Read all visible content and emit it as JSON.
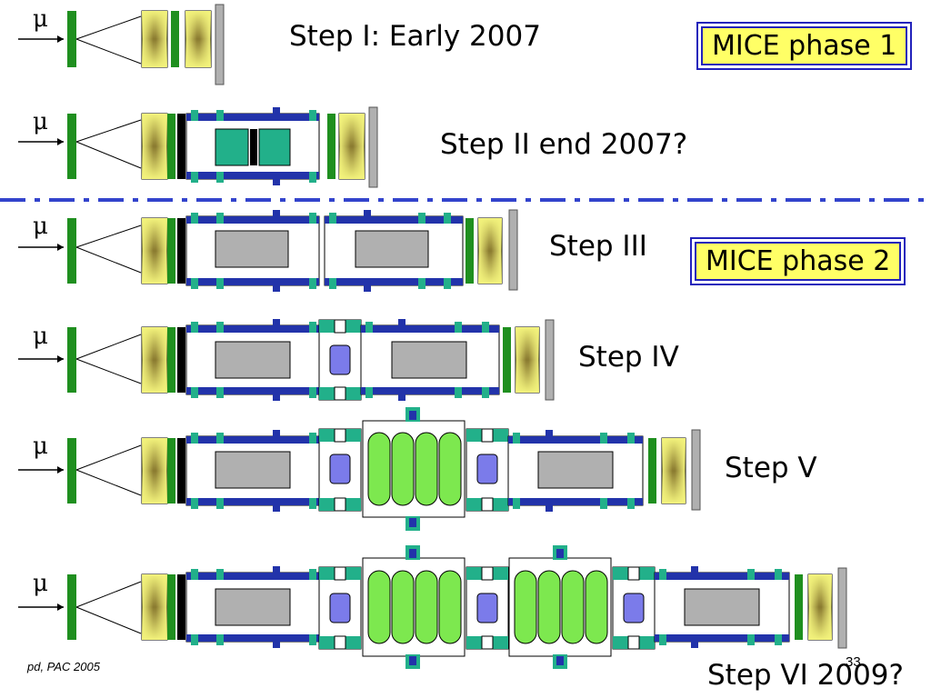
{
  "steps": [
    {
      "label": "Step I: Early 2007"
    },
    {
      "label": "Step II end 2007?"
    },
    {
      "label": "Step III"
    },
    {
      "label": "Step IV"
    },
    {
      "label": "Step V"
    },
    {
      "label": "Step VI 2009?"
    }
  ],
  "phase_boxes": {
    "phase1": "MICE phase 1",
    "phase2": "MICE phase 2"
  },
  "beam_symbol": "μ",
  "footer": {
    "author": "pd, PAC 2005",
    "page_number": "33"
  },
  "colors": {
    "scintillator_green": "#1f8f1f",
    "tracker_yellow": "#f2f27a",
    "solenoid_blue": "#2233aa",
    "teal": "#22b08a",
    "absorber_green": "#7de84f",
    "rf_cavity_grey": "#b0b0b0",
    "lh2_blue": "#7b7bea",
    "separator_line": "#3344cc",
    "phase_box_fill": "#ffff66"
  }
}
